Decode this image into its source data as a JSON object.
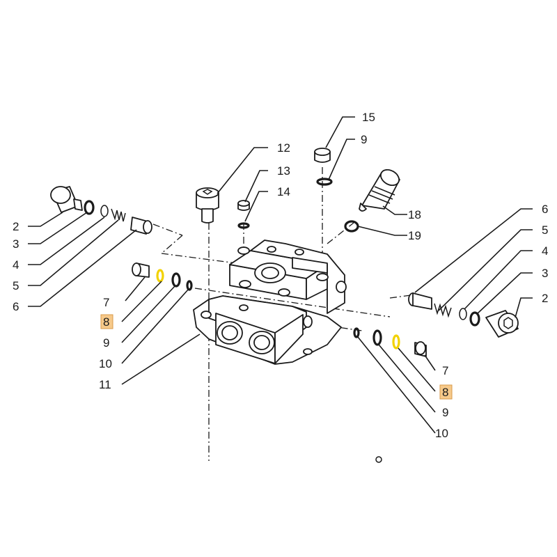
{
  "highlight_color": "#f6c98a",
  "washer_highlight_color": "#f2d200",
  "callouts": [
    {
      "id": "c2l",
      "text": "2"
    },
    {
      "id": "c3l",
      "text": "3"
    },
    {
      "id": "c4l",
      "text": "4"
    },
    {
      "id": "c5l",
      "text": "5"
    },
    {
      "id": "c6l",
      "text": "6"
    },
    {
      "id": "c7l",
      "text": "7"
    },
    {
      "id": "c8l",
      "text": "8",
      "highlighted": true
    },
    {
      "id": "c9l",
      "text": "9"
    },
    {
      "id": "c10l",
      "text": "10"
    },
    {
      "id": "c11",
      "text": "11"
    },
    {
      "id": "c12",
      "text": "12"
    },
    {
      "id": "c13",
      "text": "13"
    },
    {
      "id": "c14",
      "text": "14"
    },
    {
      "id": "c15",
      "text": "15"
    },
    {
      "id": "c9t",
      "text": "9"
    },
    {
      "id": "c18",
      "text": "18"
    },
    {
      "id": "c19",
      "text": "19"
    },
    {
      "id": "c6r",
      "text": "6"
    },
    {
      "id": "c5r",
      "text": "5"
    },
    {
      "id": "c4r",
      "text": "4"
    },
    {
      "id": "c3r",
      "text": "3"
    },
    {
      "id": "c2r",
      "text": "2"
    },
    {
      "id": "c7r",
      "text": "7"
    },
    {
      "id": "c8r",
      "text": "8",
      "highlighted": true
    },
    {
      "id": "c9r",
      "text": "9"
    },
    {
      "id": "c10r",
      "text": "10"
    }
  ]
}
